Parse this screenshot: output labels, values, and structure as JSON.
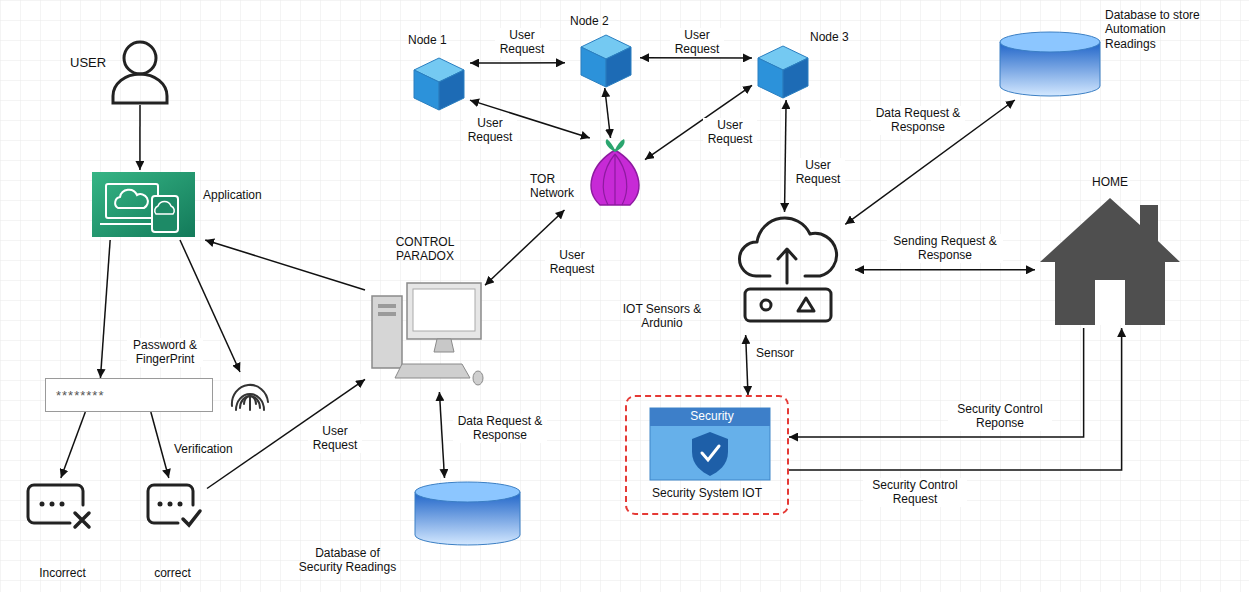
{
  "diagram": {
    "nodes": [
      {
        "text": [
          "USER"
        ]
      },
      {
        "text": [
          "Application"
        ]
      },
      {
        "text": [
          "********"
        ]
      },
      {
        "text": [
          "Incorrect"
        ]
      },
      {
        "text": [
          "correct"
        ]
      },
      {
        "text": [
          "Node 1"
        ]
      },
      {
        "text": [
          "Node 2"
        ]
      },
      {
        "text": [
          "Node 3"
        ]
      },
      {
        "text": [
          "TOR Network"
        ]
      },
      {
        "text": [
          "CONTROL PARADOX"
        ]
      },
      {
        "text": [
          "Database of Security Readings"
        ]
      },
      {
        "text": [
          "IOT Sensors & Ardunio"
        ]
      },
      {
        "text": [
          "Database to store Automation Readings"
        ]
      },
      {
        "text": [
          "HOME"
        ]
      },
      {
        "text": [
          "Security",
          "Security System IOT"
        ]
      }
    ],
    "edges": [
      {
        "from": 0,
        "to": 1,
        "arrow": "to"
      },
      {
        "from": 1,
        "to": 2,
        "label": "Password & FingerPrint",
        "arrow": "to"
      },
      {
        "from": 2,
        "to": 3,
        "arrow": "to"
      },
      {
        "from": 2,
        "to": 4,
        "label": "Verification",
        "arrow": "to"
      },
      {
        "from": 4,
        "to": 9,
        "label": "User Request",
        "arrow": "to"
      },
      {
        "from": 9,
        "to": 1,
        "arrow": "to"
      },
      {
        "from": 5,
        "to": 6,
        "label": "User Request",
        "arrow": "both"
      },
      {
        "from": 6,
        "to": 7,
        "label": "User Request",
        "arrow": "both"
      },
      {
        "from": 5,
        "to": 8,
        "label": "User Request",
        "arrow": "both"
      },
      {
        "from": 6,
        "to": 8,
        "arrow": "both"
      },
      {
        "from": 7,
        "to": 8,
        "label": "User Request",
        "arrow": "both"
      },
      {
        "from": 9,
        "to": 8,
        "label": "User Request",
        "arrow": "both"
      },
      {
        "from": 9,
        "to": 10,
        "label": "Data Request & Response",
        "arrow": "both"
      },
      {
        "from": 7,
        "to": 11,
        "label": "User Request",
        "arrow": "both"
      },
      {
        "from": 11,
        "to": 12,
        "label": "Data Request & Response",
        "arrow": "both"
      },
      {
        "from": 11,
        "to": 13,
        "label": "Sending Request & Response",
        "arrow": "both"
      },
      {
        "from": 11,
        "to": 14,
        "label": "Sensor",
        "arrow": "both"
      },
      {
        "from": 13,
        "to": 14,
        "label": "Security Control Reponse",
        "arrow": "to"
      },
      {
        "from": 14,
        "to": 13,
        "label": "Security Control Request",
        "arrow": "to"
      }
    ]
  }
}
